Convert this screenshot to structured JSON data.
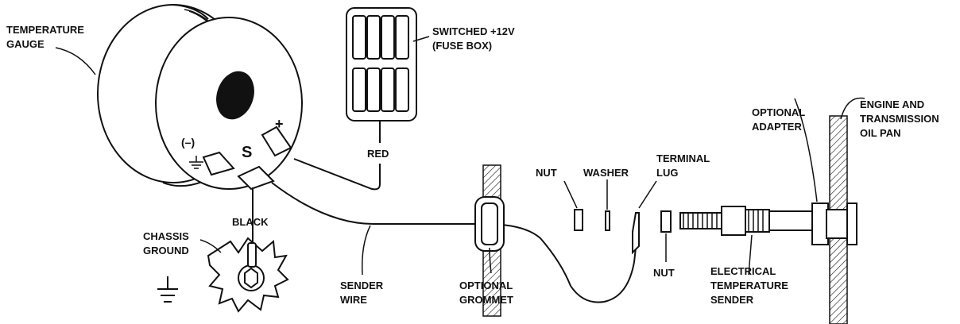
{
  "labels": {
    "temperature_gauge": [
      "TEMPERATURE",
      "GAUGE"
    ],
    "switched_12v": [
      "SWITCHED +12V",
      "(FUSE BOX)"
    ],
    "red": "RED",
    "black": "BLACK",
    "chassis_ground": [
      "CHASSIS",
      "GROUND"
    ],
    "sender_wire": [
      "SENDER",
      "WIRE"
    ],
    "optional_grommet": [
      "OPTIONAL",
      "GROMMET"
    ],
    "nut_1": "NUT",
    "washer": "WASHER",
    "terminal_lug": [
      "TERMINAL",
      "LUG"
    ],
    "nut_2": "NUT",
    "electrical_sender": [
      "ELECTRICAL",
      "TEMPERATURE",
      "SENDER"
    ],
    "optional_adapter": [
      "OPTIONAL",
      "ADAPTER"
    ],
    "engine_pan": [
      "ENGINE AND",
      "TRANSMISSION",
      "OIL PAN"
    ]
  },
  "gauge_terminals": {
    "minus": "(–)",
    "plus": "+",
    "sender": "S"
  },
  "colors": {
    "ink": "#111111",
    "background": "#ffffff"
  }
}
